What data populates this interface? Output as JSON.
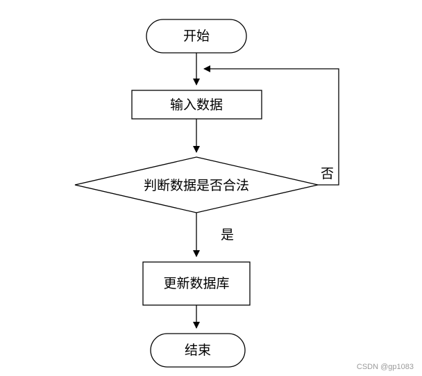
{
  "nodes": {
    "start": {
      "label": "开始"
    },
    "input": {
      "label": "输入数据"
    },
    "decision": {
      "label": "判断数据是否合法"
    },
    "update": {
      "label": "更新数据库"
    },
    "end": {
      "label": "结束"
    }
  },
  "edges": {
    "yes_label": "是",
    "no_label": "否"
  },
  "watermark": "CSDN @gp1083"
}
